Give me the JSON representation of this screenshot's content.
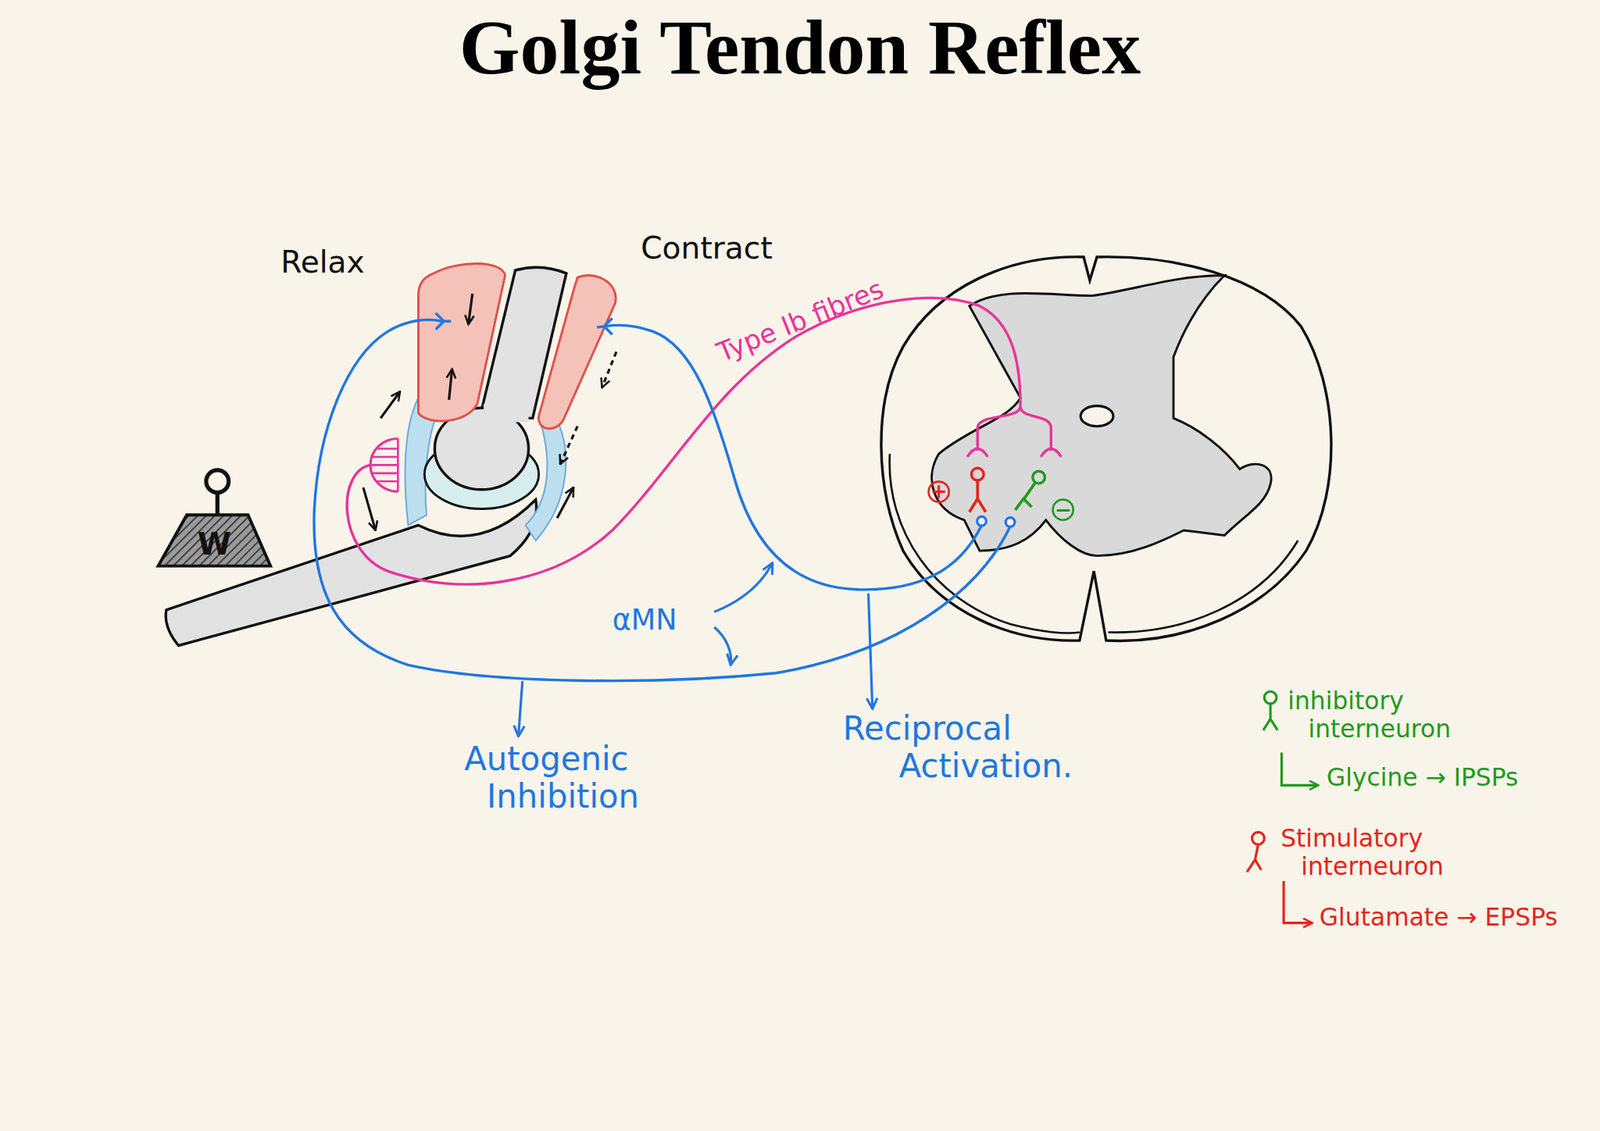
{
  "diagram": {
    "title": "Golgi Tendon Reflex",
    "nodes": [
      {
        "text": [
          "W"
        ]
      },
      {
        "text": [
          "+"
        ]
      },
      {
        "text": [
          "−"
        ]
      }
    ],
    "labels": [
      "Relax",
      "Contract",
      "Type Ib fibres",
      "αMN",
      "Autogenic Inhibition",
      "Reciprocal Activation.",
      "Glycine → IPSPs",
      "Glutamate → EPSPs"
    ],
    "legend": [
      {
        "text": "inhibitory interneuron"
      },
      {
        "text": "Stimulatory interneuron"
      }
    ]
  }
}
